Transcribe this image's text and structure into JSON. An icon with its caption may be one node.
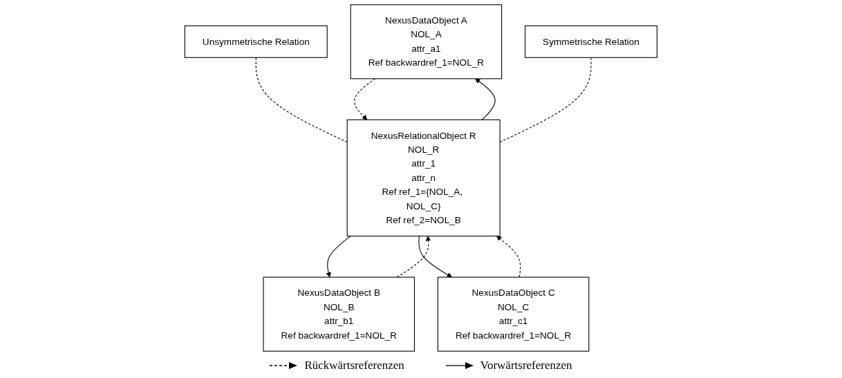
{
  "diagram": {
    "nodes": [
      {
        "text": [
          "NexusDataObject A",
          "NOL_A",
          "attr_a1",
          "Ref backwardref_1=NOL_R"
        ]
      },
      {
        "text": [
          "NexusDataObject B",
          "NOL_B",
          "attr_b1",
          "Ref backwardref_1=NOL_R"
        ]
      },
      {
        "text": [
          "NexusDataObject C",
          "NOL_C",
          "attr_c1",
          "Ref backwardref_1=NOL_R"
        ]
      },
      {
        "text": [
          "NexusRelationalObject R",
          "NOL_R",
          "attr_1",
          "attr_n",
          "Ref ref_1={NOL_A, NOL_C}",
          "Ref ref_2=NOL_B"
        ]
      },
      {
        "text": [
          "Unsymmetrische Relation"
        ]
      },
      {
        "text": [
          "Symmetrische Relation"
        ]
      }
    ],
    "edges": [
      {
        "from": 0,
        "to": 3,
        "arrow": "to",
        "style": "dashed"
      },
      {
        "from": 1,
        "to": 3,
        "arrow": "to",
        "style": "dashed"
      },
      {
        "from": 2,
        "to": 3,
        "arrow": "to",
        "style": "dashed"
      },
      {
        "from": 3,
        "to": 0,
        "arrow": "to"
      },
      {
        "from": 3,
        "to": 1,
        "arrow": "to"
      },
      {
        "from": 3,
        "to": 2,
        "arrow": "to"
      },
      {
        "from": 4,
        "to": 3,
        "arrow": "none",
        "style": "dashed"
      },
      {
        "from": 5,
        "to": 3,
        "arrow": "none",
        "style": "dashed"
      }
    ],
    "legend": [
      {
        "text": "Rückwärtsreferenzen"
      },
      {
        "text": "Vorwärtsreferenzen"
      }
    ]
  }
}
